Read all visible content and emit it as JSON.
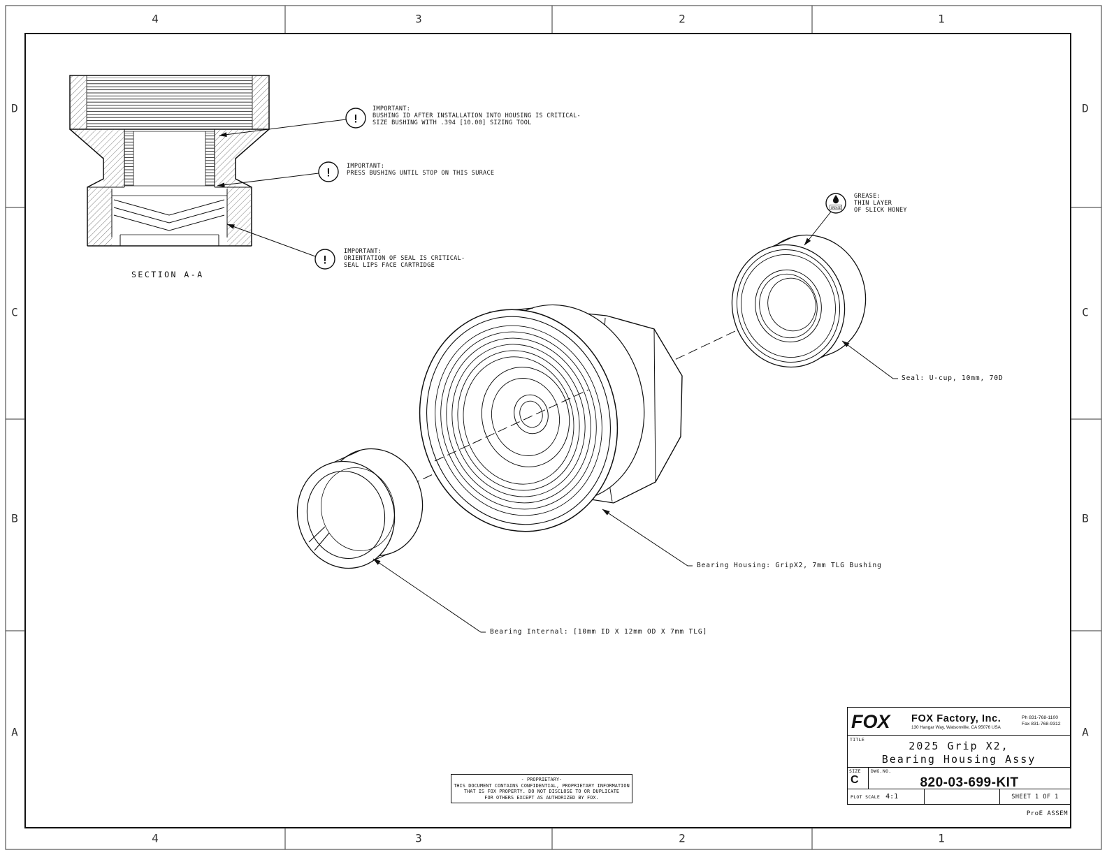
{
  "zones": {
    "top": [
      "4",
      "3",
      "2",
      "1"
    ],
    "bottom": [
      "4",
      "3",
      "2",
      "1"
    ],
    "left": [
      "D",
      "C",
      "B",
      "A"
    ],
    "right": [
      "D",
      "C",
      "B",
      "A"
    ]
  },
  "section_label": "SECTION A-A",
  "icons": {
    "important": "!"
  },
  "callout1": {
    "title": "IMPORTANT:",
    "line1": "BUSHING ID AFTER INSTALLATION INTO HOUSING IS CRITICAL-",
    "line2": "SIZE BUSHING WITH .394 [10.00] SIZING TOOL"
  },
  "callout2": {
    "title": "IMPORTANT:",
    "line1": "PRESS BUSHING UNTIL STOP ON THIS SURACE"
  },
  "callout3": {
    "title": "IMPORTANT:",
    "line1": "ORIENTATION OF SEAL IS CRITICAL-",
    "line2": "SEAL LIPS FACE CARTRIDGE"
  },
  "grease_callout": {
    "icon_label": "GREASE",
    "title": "GREASE:",
    "line1": "THIN LAYER",
    "line2": "OF SLICK HONEY"
  },
  "labels": {
    "seal": "Seal: U-cup, 10mm, 70D",
    "bearing_housing": "Bearing Housing: GripX2, 7mm TLG Bushing",
    "bearing_internal": "Bearing Internal: [10mm ID X 12mm OD X 7mm TLG]"
  },
  "title_block": {
    "logo": "FOX",
    "company": "FOX Factory, Inc.",
    "address": "130 Hangar Way, Watsonville, CA 95076 USA",
    "phone": "Ph 831-768-1100",
    "fax": "Fax 831-768-9312",
    "title_label": "TITLE",
    "title_line1": "2025 Grip X2,",
    "title_line2": "Bearing Housing Assy",
    "size_label": "SIZE",
    "size_value": "C",
    "dwg_label": "DWG.NO.",
    "dwg_number": "820-03-699-KIT",
    "plot_scale_label": "PLOT SCALE",
    "plot_scale_value": "4:1",
    "sheet_value": "SHEET 1 OF 1"
  },
  "proprietary": {
    "line1": "- PROPRIETARY-",
    "line2": "THIS DOCUMENT CONTAINS CONFIDENTIAL, PROPRIETARY INFORMATION",
    "line3": "THAT IS FOX PROPERTY.  DO NOT DISCLOSE TO OR DUPLICATE",
    "line4": "FOR OTHERS EXCEPT AS AUTHORIZED BY FOX."
  },
  "footer_note": "ProE ASSEM",
  "colors": {
    "line": "#111111",
    "bg": "#ffffff"
  }
}
